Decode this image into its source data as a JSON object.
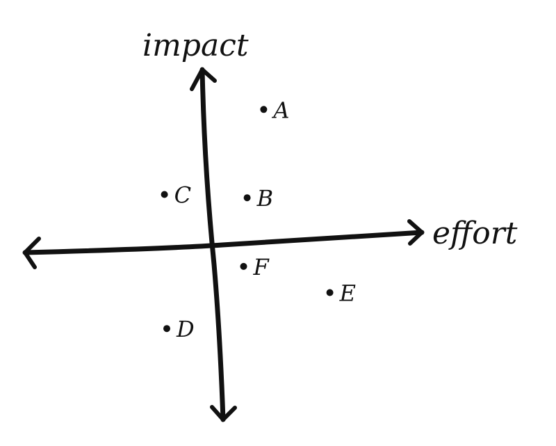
{
  "axes": {
    "y_label": "impact",
    "x_label": "effort"
  },
  "points": [
    {
      "label": "A",
      "effort": 0.42,
      "impact": 0.82
    },
    {
      "label": "B",
      "effort": 0.28,
      "impact": 0.28
    },
    {
      "label": "C",
      "effort": -0.42,
      "impact": 0.3
    },
    {
      "label": "D",
      "effort": -0.4,
      "impact": -0.52
    },
    {
      "label": "E",
      "effort": 0.98,
      "impact": -0.3
    },
    {
      "label": "F",
      "effort": 0.25,
      "impact": -0.14
    }
  ],
  "colors": {
    "ink": "#111111",
    "background": "#ffffff"
  }
}
